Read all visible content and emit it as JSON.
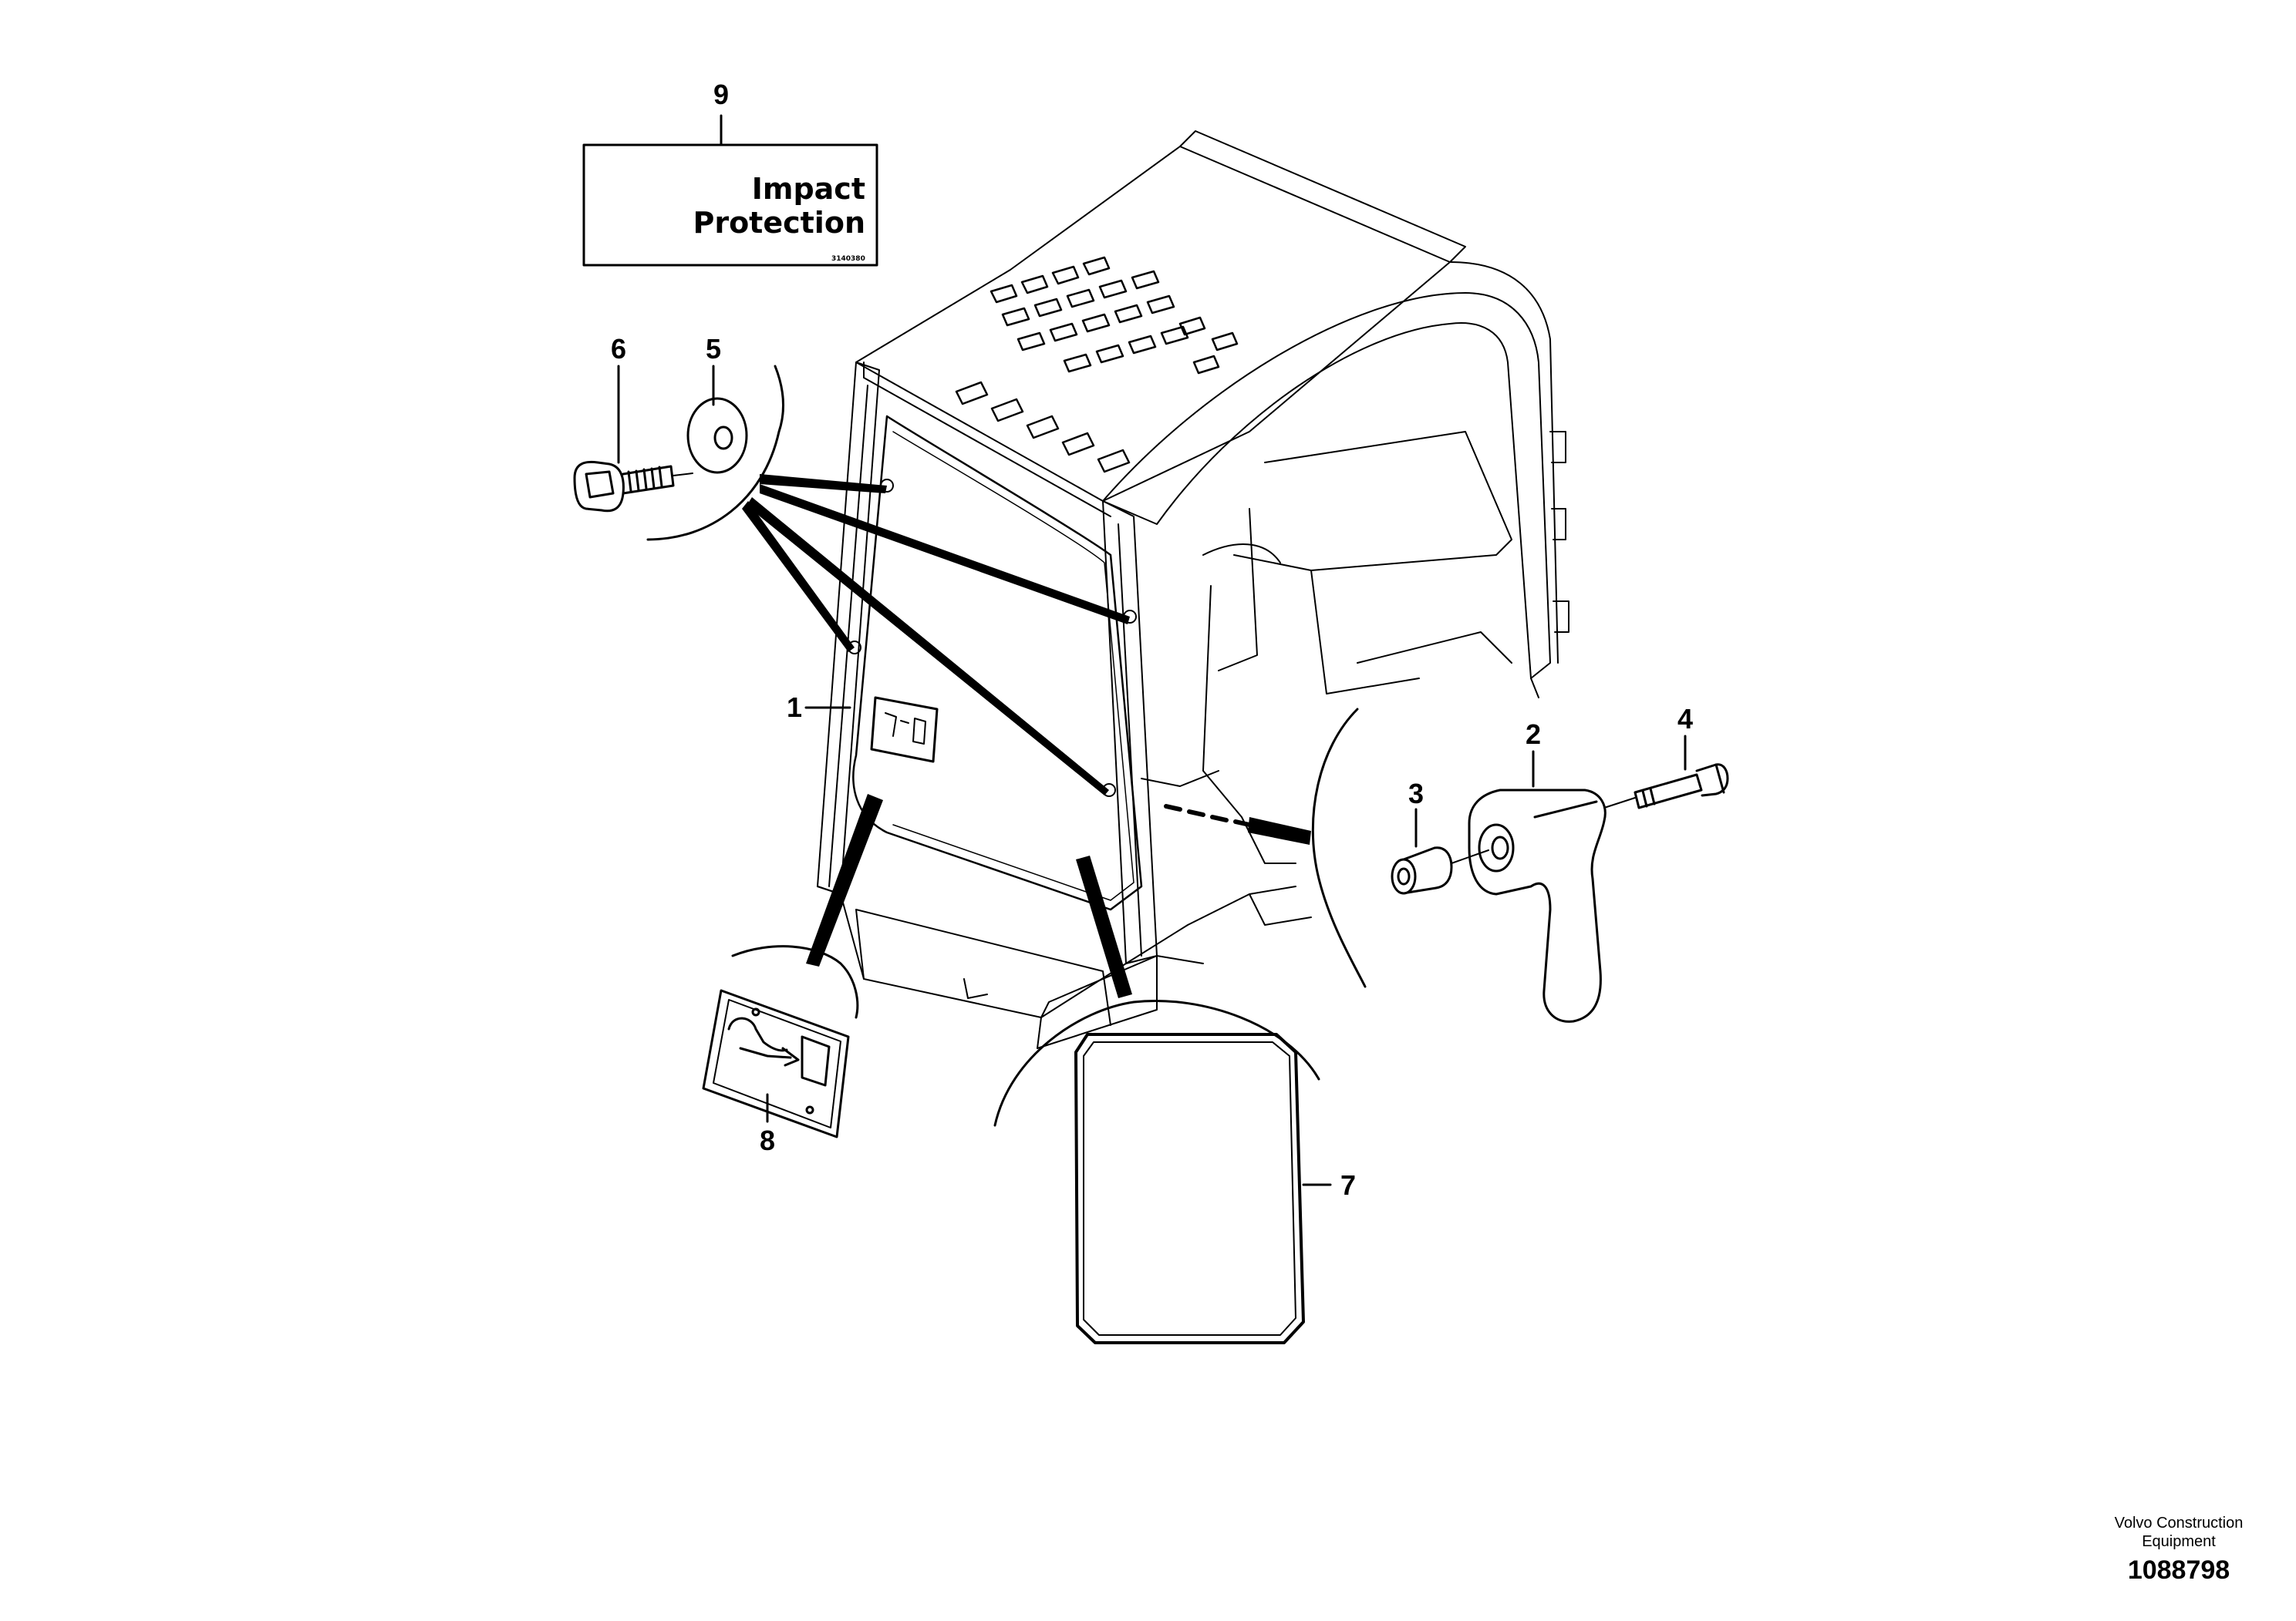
{
  "diagram": {
    "callouts": [
      {
        "id": "1",
        "label": "1"
      },
      {
        "id": "2",
        "label": "2"
      },
      {
        "id": "3",
        "label": "3"
      },
      {
        "id": "4",
        "label": "4"
      },
      {
        "id": "5",
        "label": "5"
      },
      {
        "id": "6",
        "label": "6"
      },
      {
        "id": "7",
        "label": "7"
      },
      {
        "id": "8",
        "label": "8"
      },
      {
        "id": "9",
        "label": "9"
      }
    ],
    "decal": {
      "line1": "Impact",
      "line2": "Protection",
      "code": "3140380"
    }
  },
  "footer": {
    "brand_line1": "Volvo Construction",
    "brand_line2": "Equipment",
    "drawing_number": "1088798"
  }
}
